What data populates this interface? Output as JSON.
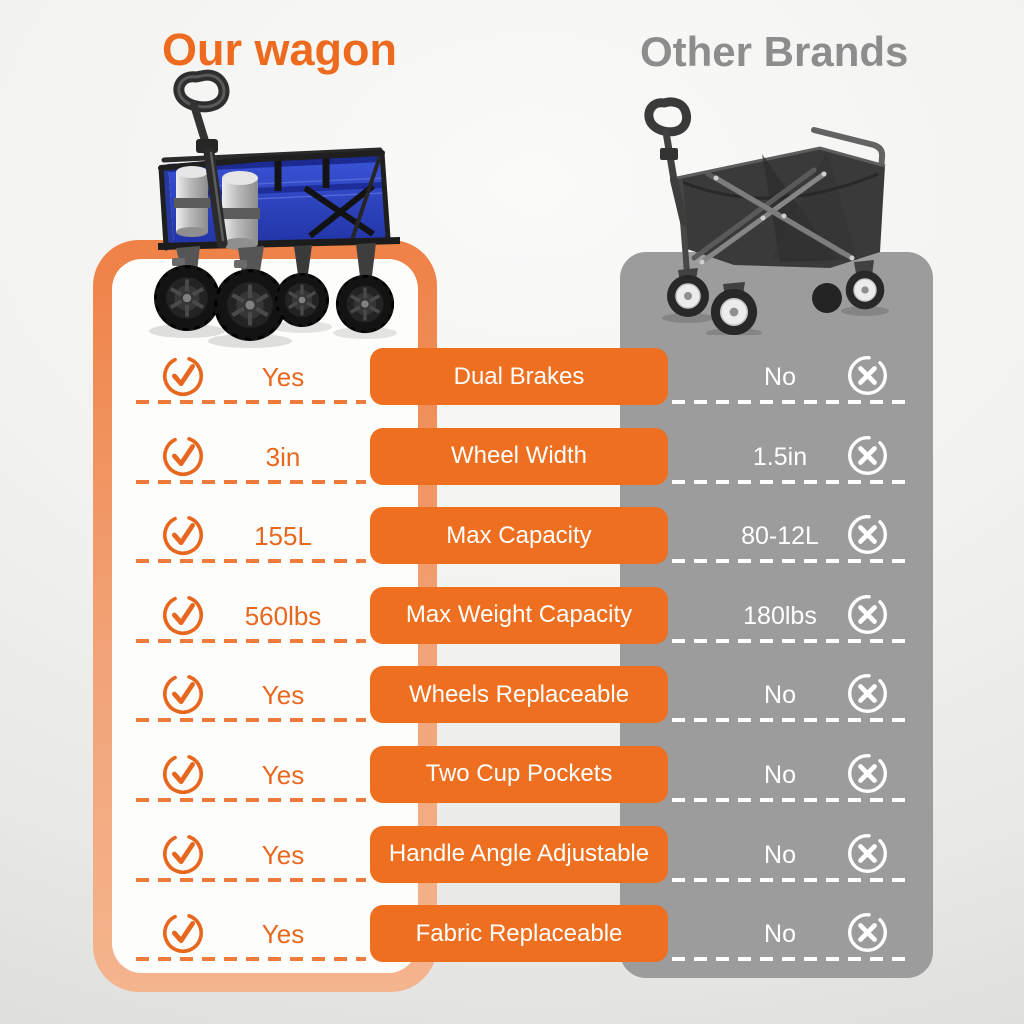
{
  "header": {
    "left_title": "Our wagon",
    "right_title": "Other Brands"
  },
  "comparison": {
    "rows": [
      {
        "feature": "Dual Brakes",
        "ours": "Yes",
        "theirs": "No"
      },
      {
        "feature": "Wheel Width",
        "ours": "3in",
        "theirs": "1.5in"
      },
      {
        "feature": "Max Capacity",
        "ours": "155L",
        "theirs": "80-12L"
      },
      {
        "feature": "Max Weight Capacity",
        "ours": "560lbs",
        "theirs": "180lbs"
      },
      {
        "feature": "Wheels Replaceable",
        "ours": "Yes",
        "theirs": "No"
      },
      {
        "feature": "Two Cup Pockets",
        "ours": "Yes",
        "theirs": "No"
      },
      {
        "feature": "Handle Angle Adjustable",
        "ours": "Yes",
        "theirs": "No"
      },
      {
        "feature": "Fabric Replaceable",
        "ours": "Yes",
        "theirs": "No"
      }
    ],
    "ours_icon": "check-circle-icon",
    "theirs_icon": "x-circle-icon"
  },
  "images": {
    "left": "blue-folding-utility-wagon-photo",
    "right": "gray-folded-wagon-photo"
  },
  "colors": {
    "accent_orange": "#ED6A1E",
    "pill_orange": "#ED6F1F",
    "value_orange": "#E8671F",
    "dash_orange": "#EE7A3C",
    "title_gray": "#8D8D8D",
    "panel_gray": "#9C9C9C",
    "white": "#FFFFFF"
  }
}
